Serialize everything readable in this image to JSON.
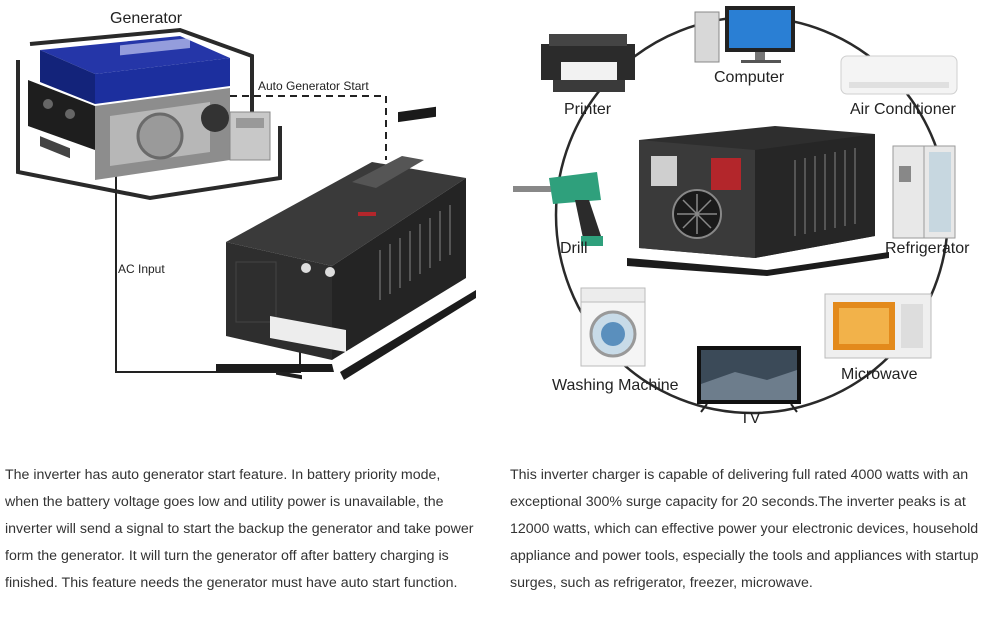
{
  "left_panel": {
    "generator_label": "Generator",
    "auto_start_label": "Auto Generator Start",
    "ac_input_label": "AC Input",
    "description": "The inverter has auto generator start feature. In battery priority mode, when the battery voltage goes low and utility power is unavailable, the inverter will send a signal to start the backup the generator and take power form the generator. It will turn the generator off after battery charging is finished. This feature needs the generator must have auto start function."
  },
  "right_panel": {
    "appliances": {
      "computer": "Computer",
      "printer": "Printer",
      "air_conditioner": "Air Conditioner",
      "drill": "Drill",
      "refrigerator": "Refrigerator",
      "washing_machine": "Washing Machine",
      "microwave": "Microwave",
      "tv": "TV"
    },
    "description": "This inverter charger is capable of delivering full rated 4000 watts with an exceptional 300% surge capacity for 20 seconds.The inverter peaks is at 12000 watts, which can effective power your electronic devices, household appliance and power tools, especially the tools and appliances with startup surges, such as refrigerator, freezer, microwave."
  },
  "colors": {
    "generator_blue": "#1c2f9e",
    "inverter_body": "#2b2b2b",
    "inverter_red": "#b3262b",
    "cycle_line": "#2a2a2a"
  }
}
